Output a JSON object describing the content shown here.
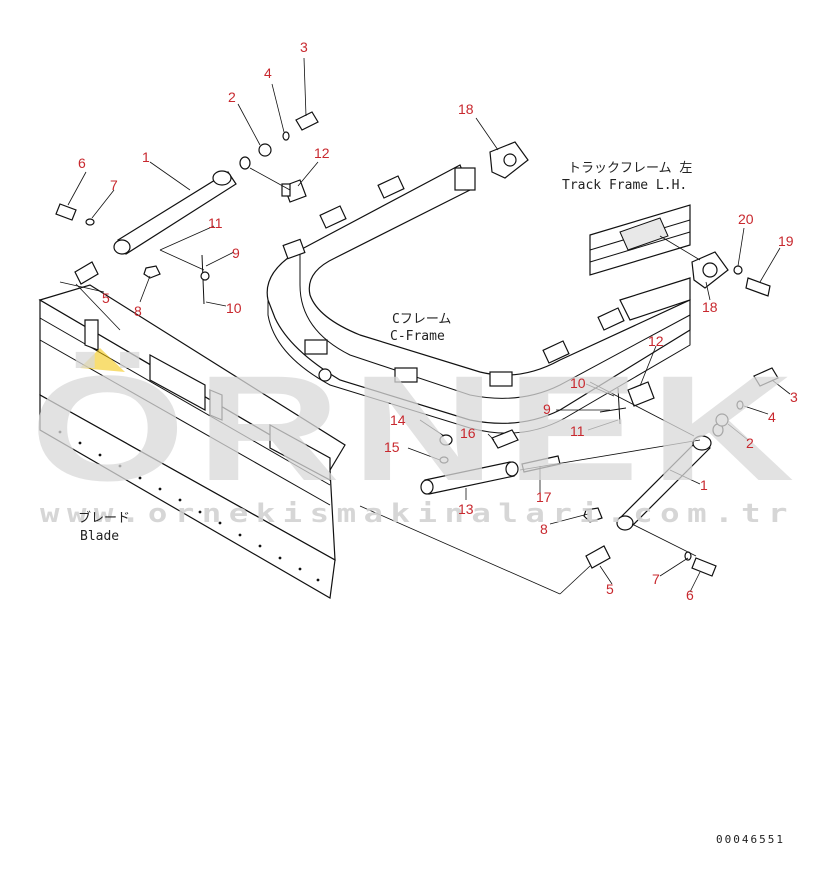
{
  "callouts": {
    "c1a": "1",
    "c1b": "1",
    "c2a": "2",
    "c2b": "2",
    "c3a": "3",
    "c3b": "3",
    "c4a": "4",
    "c4b": "4",
    "c5a": "5",
    "c5b": "5",
    "c6a": "6",
    "c6b": "6",
    "c7a": "7",
    "c7b": "7",
    "c8a": "8",
    "c8b": "8",
    "c9a": "9",
    "c9b": "9",
    "c10a": "10",
    "c10b": "10",
    "c11a": "11",
    "c11b": "11",
    "c12a": "12",
    "c12b": "12",
    "c13": "13",
    "c14": "14",
    "c15": "15",
    "c16": "16",
    "c17": "17",
    "c18a": "18",
    "c18b": "18",
    "c19": "19",
    "c20": "20"
  },
  "captions": {
    "track_frame_jp": "トラックフレーム 左",
    "track_frame_en": "Track Frame L.H.",
    "cframe_jp": "Cフレーム",
    "cframe_en": "C-Frame",
    "blade_jp": "ブレード",
    "blade_en": "Blade"
  },
  "watermark": {
    "brand": "ÖRNEK",
    "url": "www.ornekismakinalari.com.tr"
  },
  "document_id": "00046551",
  "colors": {
    "callout": "#c8282e",
    "line": "#111111",
    "watermark": "#d9d9d9",
    "watermark_accent": "#f2c200"
  }
}
